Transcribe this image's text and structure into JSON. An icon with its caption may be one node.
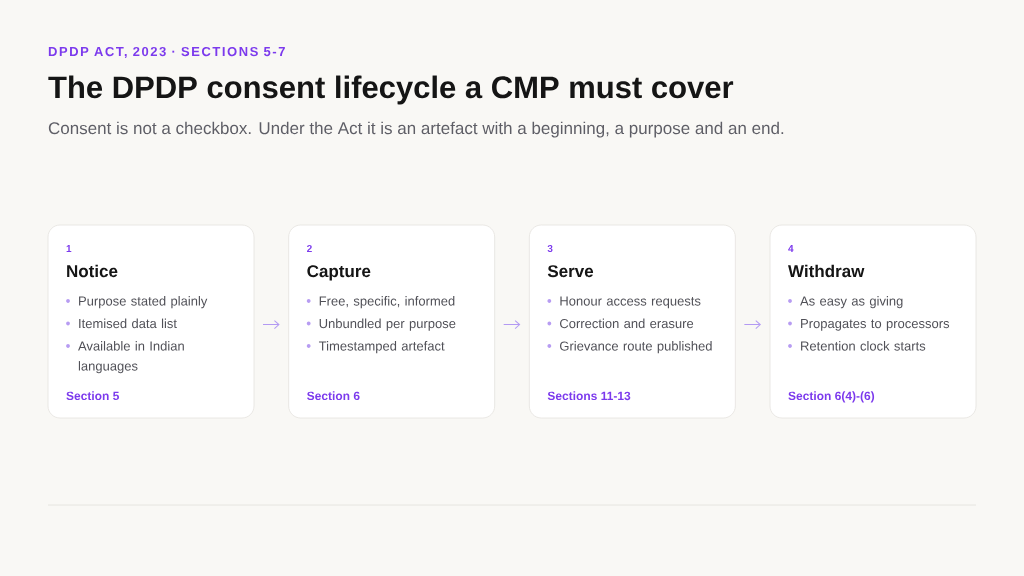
{
  "diagram": {
    "title": "The DPDP consent lifecycle a CMP must cover",
    "nodes": [
      {
        "text": [
          "1",
          "Notice",
          "Purpose stated plainly",
          "Itemised data list",
          "Available in Indian languages",
          "Section 5"
        ]
      },
      {
        "text": [
          "2",
          "Capture",
          "Free, specific, informed",
          "Unbundled per purpose",
          "Timestamped artefact",
          "Section 6"
        ]
      },
      {
        "text": [
          "3",
          "Serve",
          "Honour access requests",
          "Correction and erasure",
          "Grievance route published",
          "Sections 11-13"
        ]
      },
      {
        "text": [
          "4",
          "Withdraw",
          "As easy as giving",
          "Propagates to processors",
          "Retention clock starts",
          "Section 6(4)-(6)"
        ]
      }
    ],
    "edges": [
      {
        "from": 0,
        "to": 1,
        "arrow": "to"
      },
      {
        "from": 1,
        "to": 2,
        "arrow": "to"
      },
      {
        "from": 2,
        "to": 3,
        "arrow": "to"
      }
    ],
    "labels": [
      "DPDP ACT, 2023 · SECTIONS 5-7",
      "Consent is not a checkbox. Under the Act it is an artefact with a beginning, a purpose and an end."
    ]
  }
}
